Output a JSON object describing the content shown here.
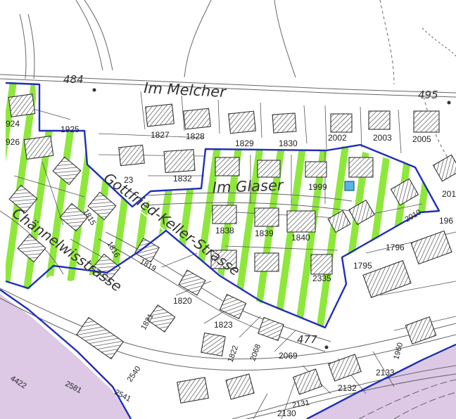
{
  "colors": {
    "zone_border": "#1f2fb8",
    "green_stripes": "#8ee83b",
    "lilac_zone": "#ddc9e6",
    "marker_fill": "#5ab4e6",
    "marker_stroke": "#1c5d8c"
  },
  "streets": {
    "im_melcher": "Im Melcher",
    "im_glaser": "Im Glaser",
    "gottfried_keller": "Gottfried-Keller-Strasse",
    "chaennelwisstrasse": "Chännelwisstrasse"
  },
  "street_numbers": {
    "n484": "484",
    "n495": "495",
    "n477": "477",
    "n4422": "4422"
  },
  "parcels": {
    "p924": "924",
    "p926": "926",
    "p1925": "1925",
    "p1827": "1827",
    "p1828": "1828",
    "p1829": "1829",
    "p1830": "1830",
    "p2002": "2002",
    "p2003": "2003",
    "p2005": "2005",
    "p1832": "1832",
    "p23": "23",
    "p1999": "1999",
    "p201": "201",
    "p2010": "2010",
    "p196": "196",
    "p1838": "1838",
    "p1839": "1839",
    "p1840": "1840",
    "p2335": "2335",
    "p1796": "1796",
    "p1795": "1795",
    "p1815": "1815",
    "p1816": "1816",
    "p1819": "1819",
    "p1820": "1820",
    "p1821": "1821",
    "p1823": "1823",
    "p1822": "1822",
    "p2068": "2068",
    "p2069": "2069",
    "p2540": "2540",
    "p2541": "2541",
    "p2581": "2581",
    "p2130": "2130",
    "p2131": "2131",
    "p2132": "2132",
    "p2133": "2133",
    "p1960": "1960"
  }
}
